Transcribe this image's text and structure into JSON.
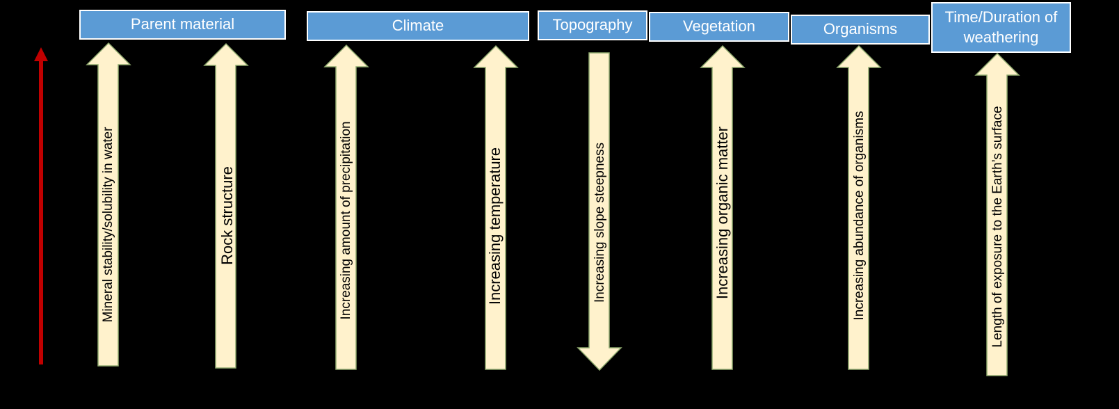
{
  "headers": [
    {
      "id": "parent-material",
      "label": "Parent material"
    },
    {
      "id": "climate",
      "label": "Climate"
    },
    {
      "id": "topography",
      "label": "Topography"
    },
    {
      "id": "vegetation",
      "label": "Vegetation"
    },
    {
      "id": "organisms",
      "label": "Organisms"
    },
    {
      "id": "time",
      "label": "Time/Duration of weathering"
    }
  ],
  "arrows": [
    {
      "id": "mineral-stability",
      "label": "Mineral stability/solubility in water",
      "direction": "up"
    },
    {
      "id": "rock-structure",
      "label": "Rock structure",
      "direction": "up"
    },
    {
      "id": "precipitation",
      "label": "Increasing amount of precipitation",
      "direction": "up"
    },
    {
      "id": "temperature",
      "label": "Increasing temperature",
      "direction": "up"
    },
    {
      "id": "slope-steepness",
      "label": "Increasing slope steepness",
      "direction": "down"
    },
    {
      "id": "organic-matter",
      "label": "Increasing organic matter",
      "direction": "up"
    },
    {
      "id": "organisms-abundance",
      "label": "Increasing abundance of organisms",
      "direction": "up"
    },
    {
      "id": "exposure-length",
      "label": "Length of exposure to the Earth’s surface",
      "direction": "up"
    }
  ],
  "colors": {
    "background": "#000000",
    "header_fill": "#5b9bd5",
    "header_border": "#ffffff",
    "arrow_fill": "#fff2cc",
    "arrow_outline": "#8faa6f",
    "indicator_arrow": "#c00000"
  }
}
